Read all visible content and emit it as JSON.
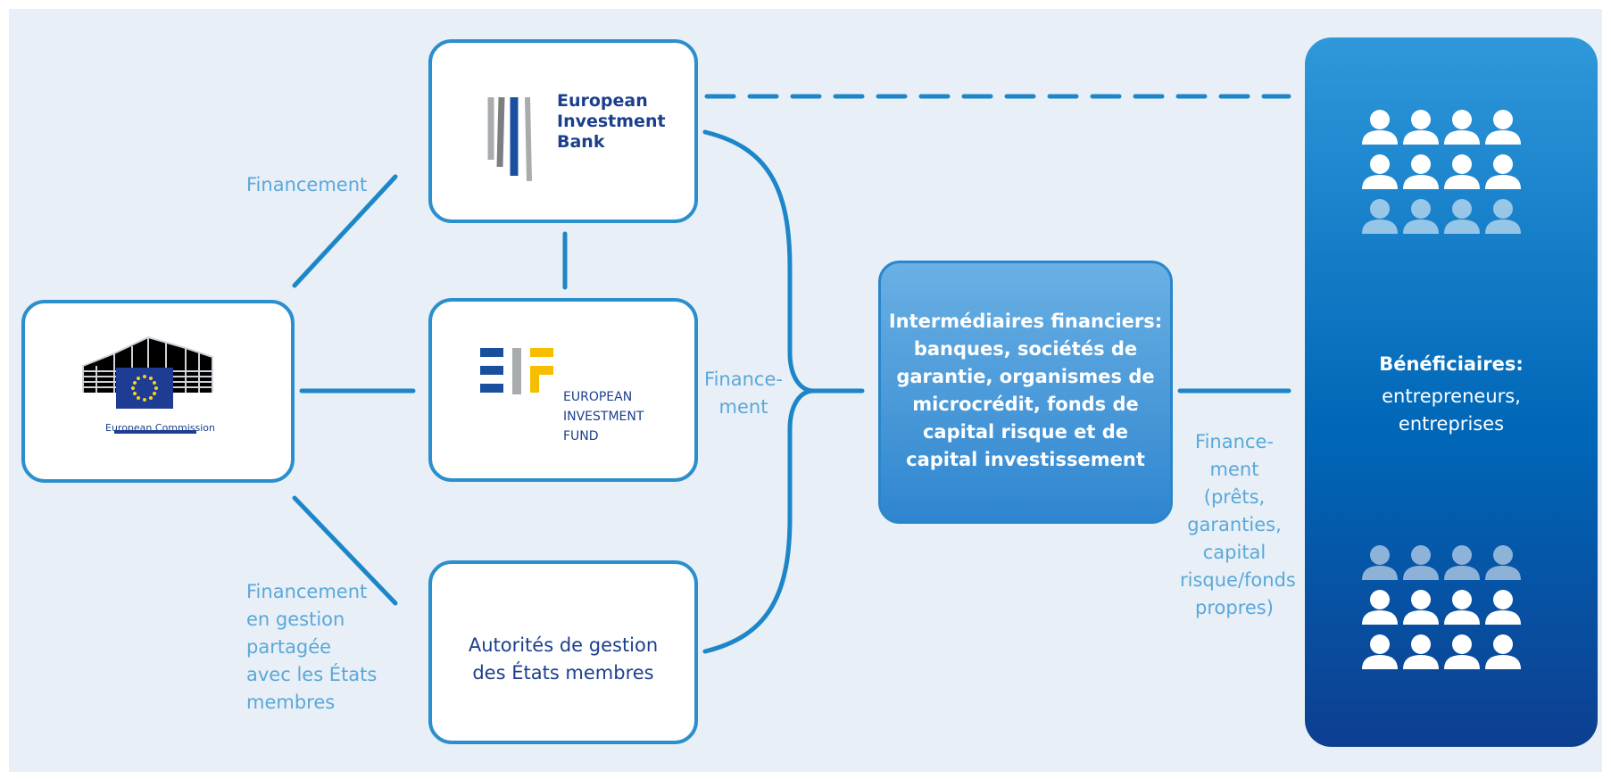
{
  "nodes": {
    "eib": {
      "name": "European Investment Bank"
    },
    "eif": {
      "name": "EUROPEAN INVESTMENT FUND"
    },
    "commission": {
      "name": "European Commission"
    },
    "autorites": {
      "label": "Autorités de gestion des États membres"
    },
    "intermediaires": {
      "label": "Intermédiaires financiers: banques, sociétés de garantie, organismes de microcrédit, fonds de capital risque et de capital investissement"
    },
    "beneficiaires": {
      "title": "Bénéficiaires:",
      "subtitle": "entrepreneurs, entreprises"
    }
  },
  "edge_labels": {
    "financement_top": "Financement",
    "financement_shared": "Financement en gestion partagée avec les États membres",
    "financement_mid": "Finance- ment",
    "financement_right": "Finance- ment (prêts, garanties, capital risque/fonds propres)"
  },
  "colors": {
    "arrow": "#1d86c9",
    "box_border": "#2c8fcd",
    "label": "#5aa8da",
    "navy": "#1c3f8d",
    "eif_yellow": "#f7be00",
    "background": "#e8eff6"
  }
}
